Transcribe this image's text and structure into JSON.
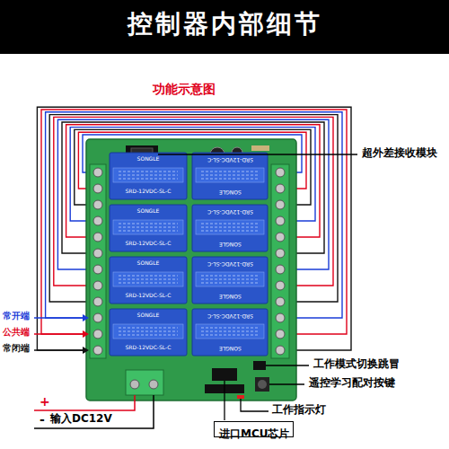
{
  "diagram": {
    "title": "控制器内部细节",
    "nodes": [
      {
        "text": [
          "进口MCU芯片"
        ]
      }
    ],
    "labels": [
      "功能示意图",
      "超外差接收模块",
      "常开端",
      "公共端",
      "常闭端",
      "工作模式切换跳冒",
      "遥控学习配对按键",
      "工作指示灯",
      "输入DC12V",
      "+",
      "-",
      "SONGLE",
      "SRD-12VDC-SL-C",
      "SONGLE",
      "SRD-12VDC-SL-C",
      "SONGLE",
      "SRD-12VDC-SL-C",
      "SONGLE",
      "SRD-12VDC-SL-C",
      "SONGLE",
      "SRD-12VDC-SL-C",
      "SONGLE",
      "SRD-12VDC-SL-C",
      "SONGLE",
      "SRD-12VDC-SL-C",
      "SONGLE",
      "SRD-12VDC-SL-C"
    ]
  }
}
